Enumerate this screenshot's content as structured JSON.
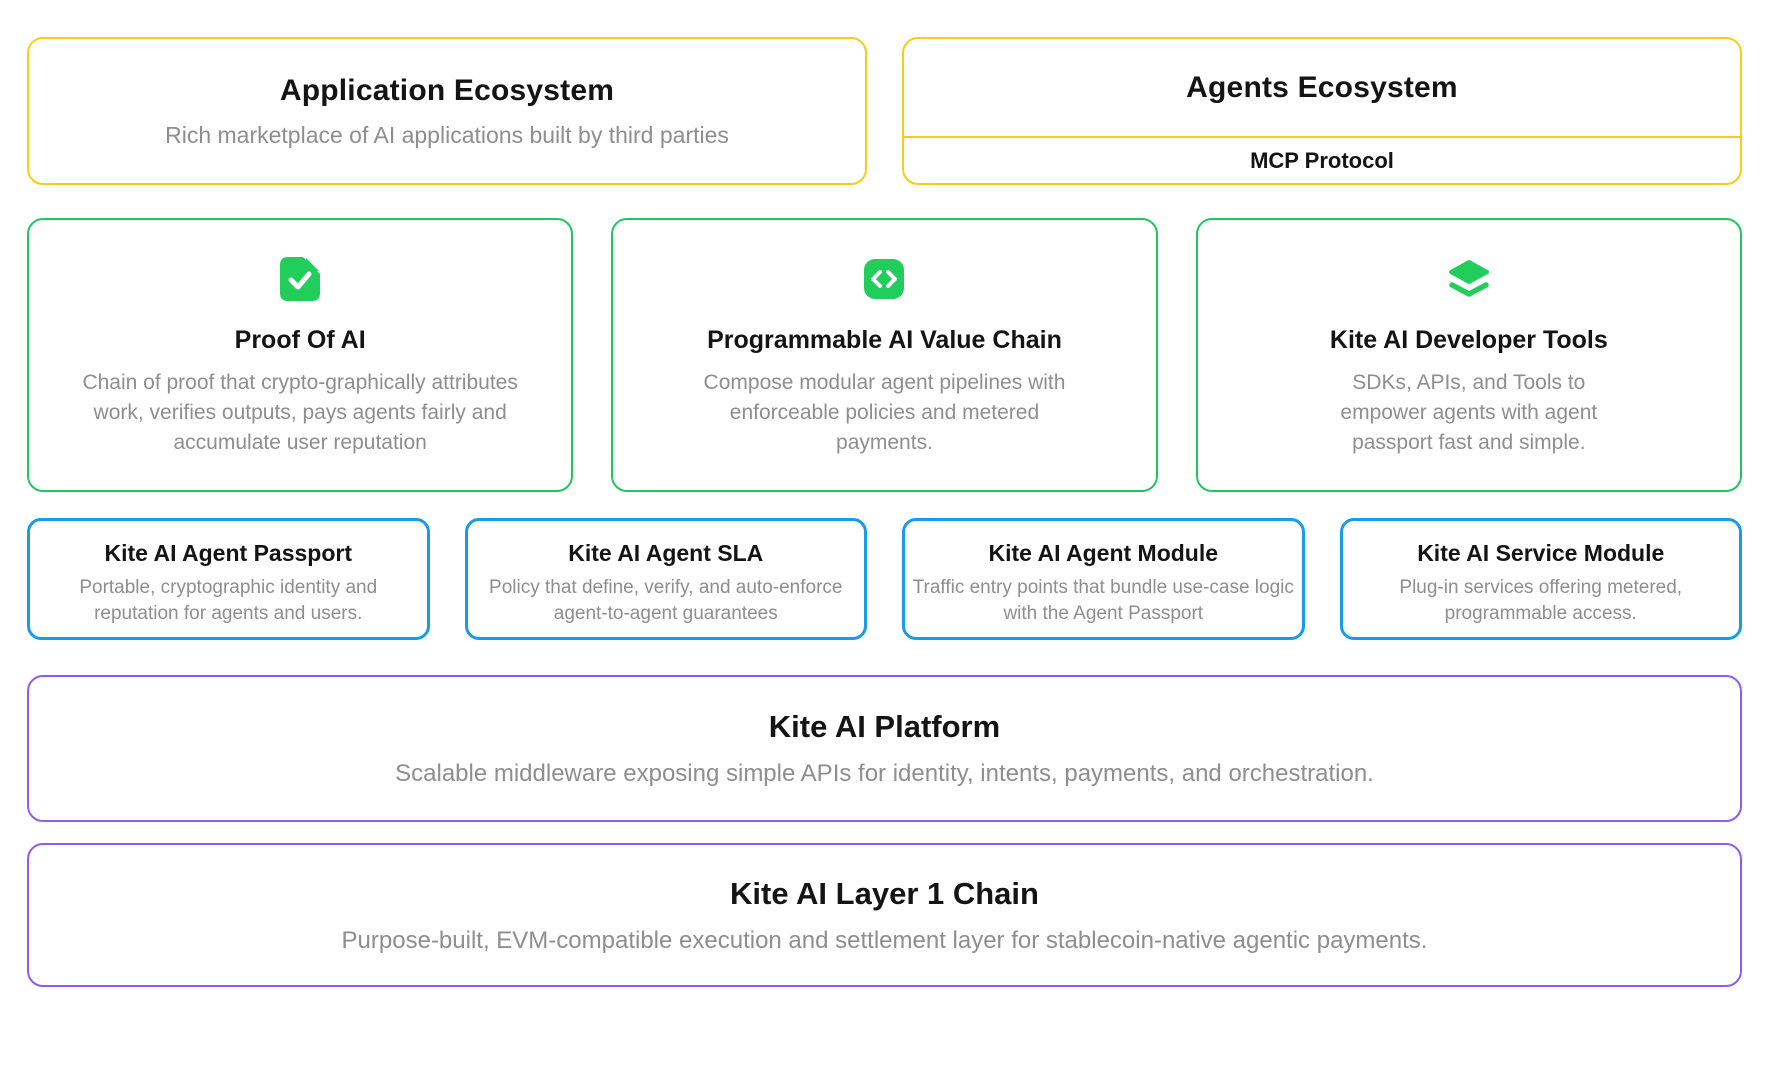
{
  "application_ecosystem": {
    "title": "Application Ecosystem",
    "subtitle": "Rich marketplace of AI applications built by third parties"
  },
  "agents_ecosystem": {
    "title": "Agents Ecosystem",
    "protocol": "MCP Protocol"
  },
  "capability_cards": [
    {
      "icon": "file-check-icon",
      "title": "Proof Of AI",
      "description": "Chain of proof that crypto-graphically attributes work, verifies outputs, pays agents fairly and accumulate user reputation"
    },
    {
      "icon": "code-icon",
      "title": "Programmable AI Value Chain",
      "description": "Compose modular agent pipelines with enforceable policies and metered payments."
    },
    {
      "icon": "layers-icon",
      "title": "Kite AI Developer Tools",
      "description": "SDKs, APIs, and Tools to empower agents with agent passport fast and simple."
    }
  ],
  "module_cards": [
    {
      "title": "Kite AI Agent Passport",
      "description": "Portable, cryptographic identity and reputation for agents and users."
    },
    {
      "title": "Kite AI Agent SLA",
      "description": "Policy that define, verify, and auto-enforce agent-to-agent guarantees"
    },
    {
      "title": "Kite AI Agent Module",
      "description": "Traffic entry points that bundle use-case logic with the Agent Passport"
    },
    {
      "title": "Kite AI Service Module",
      "description": "Plug-in services offering metered, programmable access."
    }
  ],
  "platform": {
    "title": "Kite AI Platform",
    "description": "Scalable middleware exposing simple APIs for identity, intents, payments, and orchestration."
  },
  "layer1_chain": {
    "title": "Kite AI Layer 1 Chain",
    "description": "Purpose-built, EVM-compatible execution and settlement layer for stablecoin-native agentic payments."
  },
  "colors": {
    "yellow": "#FACC15",
    "green": "#22C55E",
    "icon-green": "#21CE5C",
    "blue": "#189BE8",
    "purple": "#8B5CF6",
    "title-color": "#141414",
    "muted-color": "#8E8E8E"
  }
}
